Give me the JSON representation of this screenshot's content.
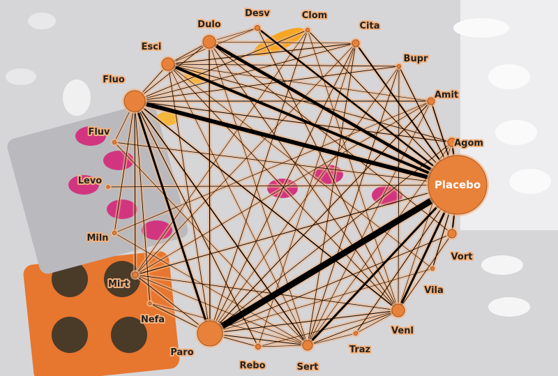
{
  "diagram": {
    "type": "network-meta-analysis",
    "colors": {
      "node": "#e8823a",
      "node_stroke": "#a9531a",
      "edge": "#000000",
      "halo": "#f3b687"
    },
    "nodes": [
      {
        "id": "Placebo",
        "label": "Placebo",
        "size": 42
      },
      {
        "id": "Agom",
        "label": "Agom",
        "size": 6
      },
      {
        "id": "Amit",
        "label": "Amit",
        "size": 5
      },
      {
        "id": "Bupr",
        "label": "Bupr",
        "size": 2.5
      },
      {
        "id": "Cita",
        "label": "Cita",
        "size": 5
      },
      {
        "id": "Clom",
        "label": "Clom",
        "size": 2.5
      },
      {
        "id": "Desv",
        "label": "Desv",
        "size": 3.5
      },
      {
        "id": "Dulo",
        "label": "Dulo",
        "size": 9
      },
      {
        "id": "Esci",
        "label": "Esci",
        "size": 9
      },
      {
        "id": "Fluo",
        "label": "Fluo",
        "size": 15
      },
      {
        "id": "Fluv",
        "label": "Fluv",
        "size": 2.5
      },
      {
        "id": "Levo",
        "label": "Levo",
        "size": 2
      },
      {
        "id": "Miln",
        "label": "Miln",
        "size": 2.5
      },
      {
        "id": "Mirt",
        "label": "Mirt",
        "size": 4
      },
      {
        "id": "Nefa",
        "label": "Nefa",
        "size": 2
      },
      {
        "id": "Paro",
        "label": "Paro",
        "size": 18
      },
      {
        "id": "Rebo",
        "label": "Rebo",
        "size": 3.5
      },
      {
        "id": "Sert",
        "label": "Sert",
        "size": 7
      },
      {
        "id": "Traz",
        "label": "Traz",
        "size": 2.5
      },
      {
        "id": "Venl",
        "label": "Venl",
        "size": 9
      },
      {
        "id": "Vila",
        "label": "Vila",
        "size": 2.5
      },
      {
        "id": "Vort",
        "label": "Vort",
        "size": 6
      }
    ],
    "edges": [
      [
        "Paro",
        "Placebo",
        9
      ],
      [
        "Fluo",
        "Placebo",
        6
      ],
      [
        "Dulo",
        "Placebo",
        4.5
      ],
      [
        "Esci",
        "Placebo",
        4
      ],
      [
        "Desv",
        "Placebo",
        2.5
      ],
      [
        "Cita",
        "Placebo",
        2
      ],
      [
        "Venl",
        "Placebo",
        3
      ],
      [
        "Sert",
        "Placebo",
        3
      ],
      [
        "Agom",
        "Placebo",
        2
      ],
      [
        "Vort",
        "Placebo",
        2
      ],
      [
        "Amit",
        "Placebo",
        1.5
      ],
      [
        "Bupr",
        "Placebo",
        1.2
      ],
      [
        "Clom",
        "Placebo",
        1
      ],
      [
        "Vila",
        "Placebo",
        1.2
      ],
      [
        "Mirt",
        "Placebo",
        1
      ],
      [
        "Traz",
        "Placebo",
        1
      ],
      [
        "Fluo",
        "Paro",
        3
      ],
      [
        "Fluo",
        "Venl",
        1.5
      ],
      [
        "Fluo",
        "Sert",
        1.5
      ],
      [
        "Fluo",
        "Amit",
        1
      ],
      [
        "Fluo",
        "Agom",
        1
      ],
      [
        "Fluo",
        "Cita",
        0.8
      ],
      [
        "Fluo",
        "Mirt",
        1
      ],
      [
        "Fluo",
        "Dulo",
        0.8
      ],
      [
        "Fluo",
        "Esci",
        0.8
      ],
      [
        "Fluo",
        "Rebo",
        1
      ],
      [
        "Fluo",
        "Bupr",
        0.8
      ],
      [
        "Fluo",
        "Miln",
        0.8
      ],
      [
        "Fluo",
        "Nefa",
        0.8
      ],
      [
        "Fluo",
        "Clom",
        0.8
      ],
      [
        "Fluo",
        "Fluv",
        0.6
      ],
      [
        "Paro",
        "Dulo",
        1.2
      ],
      [
        "Paro",
        "Venl",
        1
      ],
      [
        "Paro",
        "Sert",
        1
      ],
      [
        "Paro",
        "Esci",
        0.8
      ],
      [
        "Paro",
        "Amit",
        1
      ],
      [
        "Paro",
        "Agom",
        0.8
      ],
      [
        "Paro",
        "Mirt",
        0.8
      ],
      [
        "Paro",
        "Rebo",
        0.8
      ],
      [
        "Paro",
        "Nefa",
        0.8
      ],
      [
        "Paro",
        "Vort",
        0.8
      ],
      [
        "Paro",
        "Cita",
        0.8
      ],
      [
        "Paro",
        "Clom",
        0.8
      ],
      [
        "Paro",
        "Bupr",
        0.6
      ],
      [
        "Esci",
        "Cita",
        1
      ],
      [
        "Esci",
        "Dulo",
        0.8
      ],
      [
        "Esci",
        "Venl",
        0.8
      ],
      [
        "Esci",
        "Bupr",
        0.8
      ],
      [
        "Esci",
        "Sert",
        0.6
      ],
      [
        "Esci",
        "Agom",
        0.8
      ],
      [
        "Esci",
        "Amit",
        0.6
      ],
      [
        "Dulo",
        "Desv",
        0.6
      ],
      [
        "Dulo",
        "Vort",
        0.8
      ],
      [
        "Dulo",
        "Sert",
        0.6
      ],
      [
        "Dulo",
        "Venl",
        0.8
      ],
      [
        "Dulo",
        "Cita",
        0.6
      ],
      [
        "Desv",
        "Venl",
        0.8
      ],
      [
        "Desv",
        "Esci",
        0.6
      ],
      [
        "Clom",
        "Mirt",
        0.6
      ],
      [
        "Clom",
        "Venl",
        0.6
      ],
      [
        "Cita",
        "Sert",
        0.8
      ],
      [
        "Cita",
        "Mirt",
        0.6
      ],
      [
        "Cita",
        "Rebo",
        0.6
      ],
      [
        "Bupr",
        "Sert",
        0.8
      ],
      [
        "Bupr",
        "Venl",
        0.8
      ],
      [
        "Amit",
        "Sert",
        0.6
      ],
      [
        "Amit",
        "Miln",
        0.6
      ],
      [
        "Amit",
        "Mirt",
        0.6
      ],
      [
        "Agom",
        "Sert",
        0.6
      ],
      [
        "Agom",
        "Venl",
        0.6
      ],
      [
        "Levo",
        "Placebo",
        0.8
      ],
      [
        "Fluv",
        "Placebo",
        0.8
      ],
      [
        "Fluv",
        "Sert",
        0.6
      ],
      [
        "Miln",
        "Sert",
        0.6
      ],
      [
        "Mirt",
        "Venl",
        0.8
      ],
      [
        "Mirt",
        "Sert",
        0.6
      ],
      [
        "Nefa",
        "Sert",
        0.6
      ],
      [
        "Rebo",
        "Venl",
        0.6
      ],
      [
        "Rebo",
        "Sert",
        0.6
      ],
      [
        "Sert",
        "Venl",
        0.8
      ],
      [
        "Sert",
        "Traz",
        0.6
      ],
      [
        "Traz",
        "Venl",
        0.6
      ],
      [
        "Vila",
        "Esci",
        0.6
      ],
      [
        "Vort",
        "Venl",
        0.8
      ],
      [
        "Vila",
        "Paro",
        0.6
      ]
    ]
  }
}
